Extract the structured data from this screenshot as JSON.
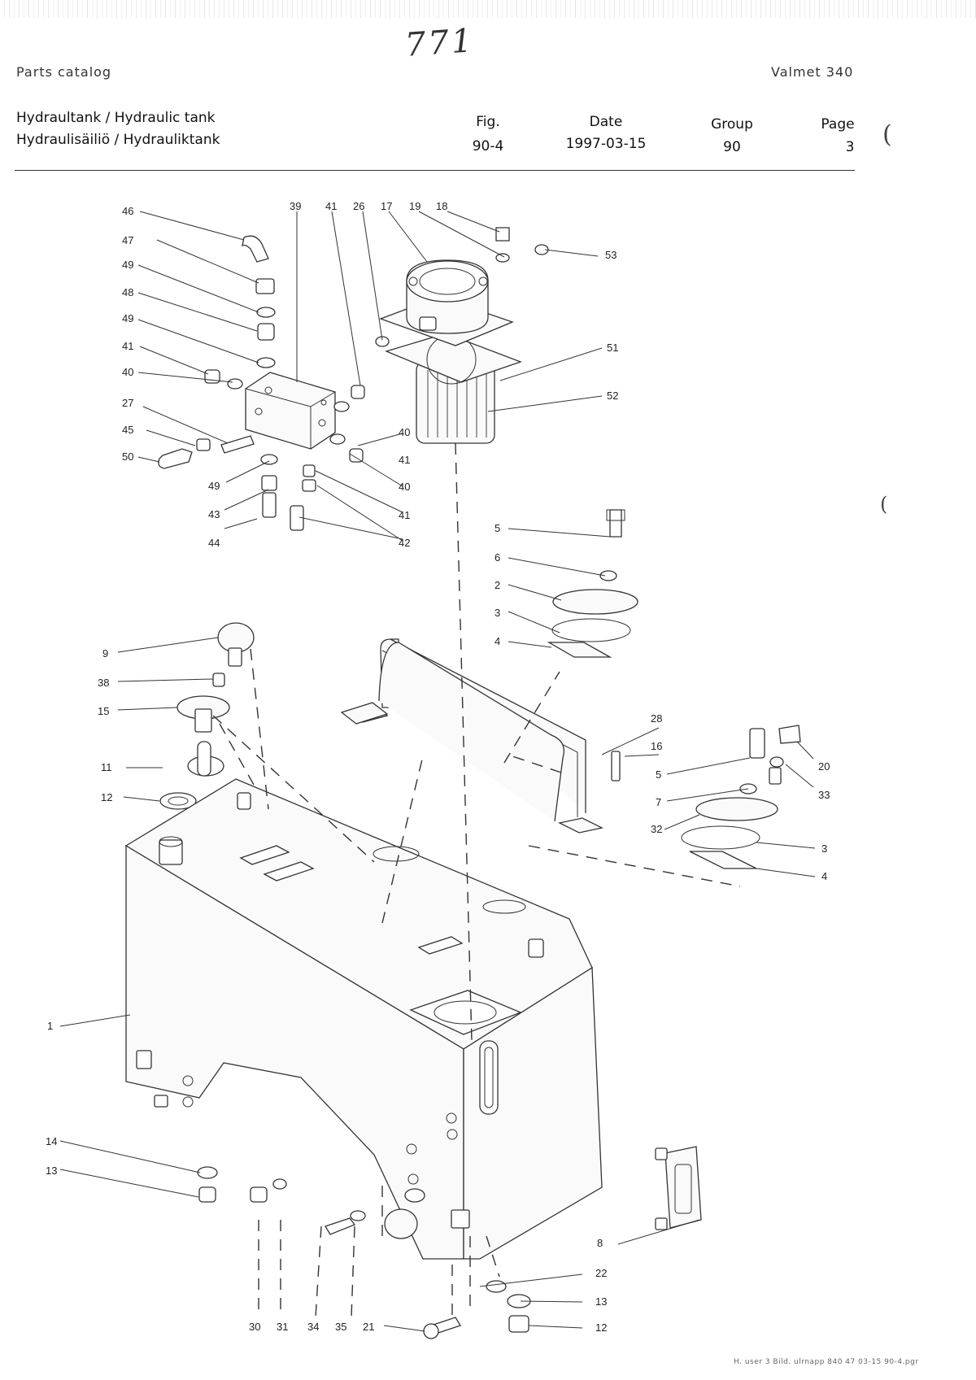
{
  "handwritten_mark": "771",
  "header": {
    "catalog_label": "Parts catalog",
    "model": "Valmet 340",
    "title_line_1": "Hydraultank / Hydraulic tank",
    "title_line_2": "Hydraulisäiliö / Hydrauliktank",
    "fig_label": "Fig.",
    "fig_value": "90-4",
    "date_label": "Date",
    "date_value": "1997-03-15",
    "group_label": "Group",
    "group_value": "90",
    "page_label": "Page",
    "page_value": "3"
  },
  "diagram": {
    "labels_top": [
      "39",
      "41",
      "26",
      "17",
      "19",
      "18"
    ],
    "labels_left": [
      "46",
      "47",
      "49",
      "48",
      "49",
      "41",
      "40",
      "27",
      "45",
      "50"
    ],
    "labels_mid": [
      "40",
      "41",
      "40",
      "41",
      "42",
      "49",
      "43",
      "44",
      "53",
      "51",
      "52"
    ],
    "labels_upper_right": [
      "5",
      "6",
      "2",
      "3",
      "4"
    ],
    "labels_tank_left": [
      "9",
      "38",
      "15",
      "11",
      "12"
    ],
    "labels_right": [
      "28",
      "16",
      "5",
      "20",
      "33",
      "7",
      "32",
      "3",
      "4"
    ],
    "labels_tank": [
      "1",
      "14",
      "13",
      "8",
      "22",
      "13",
      "12"
    ],
    "labels_bottom": [
      "30",
      "31",
      "34",
      "35",
      "21"
    ]
  },
  "footer_note": "H. user 3 Bild. ulrnapp 840 47 03-15 90-4.pgr"
}
